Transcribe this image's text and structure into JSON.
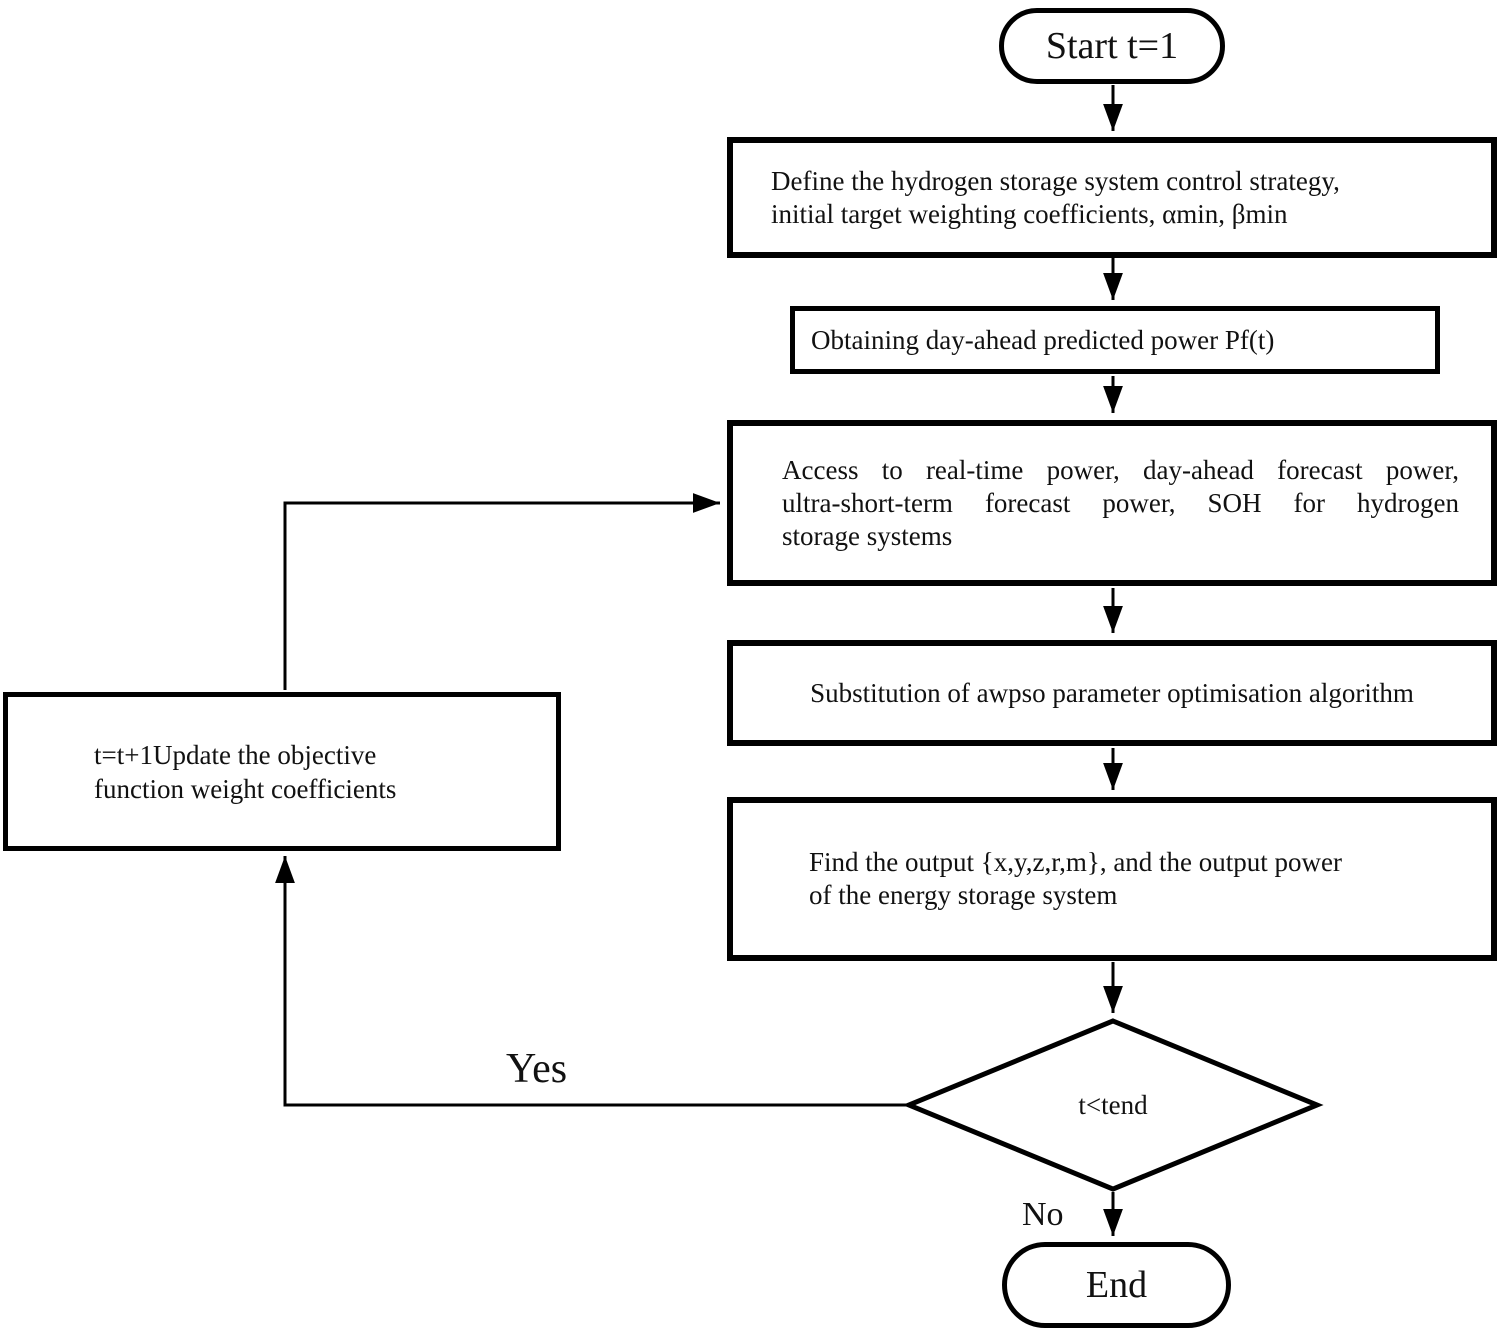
{
  "diagram": {
    "type": "flowchart",
    "nodes": {
      "start": {
        "shape": "terminator",
        "label": "Start t=1"
      },
      "define": {
        "shape": "process",
        "text": "Define the hydrogen storage system control strategy,\ninitial target weighting coefficients, αmin, βmin"
      },
      "obtain": {
        "shape": "process",
        "label": "Obtaining day-ahead predicted power Pf(t)"
      },
      "access": {
        "shape": "process",
        "lines": [
          "Access to real-time power, day-ahead forecast power,",
          "ultra-short-term forecast power, SOH for hydrogen",
          "storage systems"
        ]
      },
      "substitute": {
        "shape": "process",
        "label": "Substitution of awpso parameter optimisation algorithm"
      },
      "find": {
        "shape": "process",
        "text": "Find the output {x,y,z,r,m}, and the output power\nof the energy storage system"
      },
      "decision": {
        "shape": "decision",
        "label": "t<tend"
      },
      "update": {
        "shape": "process",
        "text": "t=t+1Update the objective\nfunction weight coefficients"
      },
      "end": {
        "shape": "terminator",
        "label": "End"
      }
    },
    "edges": [
      {
        "from": "start",
        "to": "define",
        "label": ""
      },
      {
        "from": "define",
        "to": "obtain",
        "label": ""
      },
      {
        "from": "obtain",
        "to": "access",
        "label": ""
      },
      {
        "from": "access",
        "to": "substitute",
        "label": ""
      },
      {
        "from": "substitute",
        "to": "find",
        "label": ""
      },
      {
        "from": "find",
        "to": "decision",
        "label": ""
      },
      {
        "from": "decision",
        "to": "end",
        "label": "No"
      },
      {
        "from": "decision",
        "to": "update",
        "label": "Yes"
      },
      {
        "from": "update",
        "to": "access",
        "label": ""
      }
    ],
    "edge_labels": {
      "yes": "Yes",
      "no": "No"
    },
    "colors": {
      "stroke": "#000000",
      "background": "#ffffff",
      "text": "#111111"
    }
  }
}
